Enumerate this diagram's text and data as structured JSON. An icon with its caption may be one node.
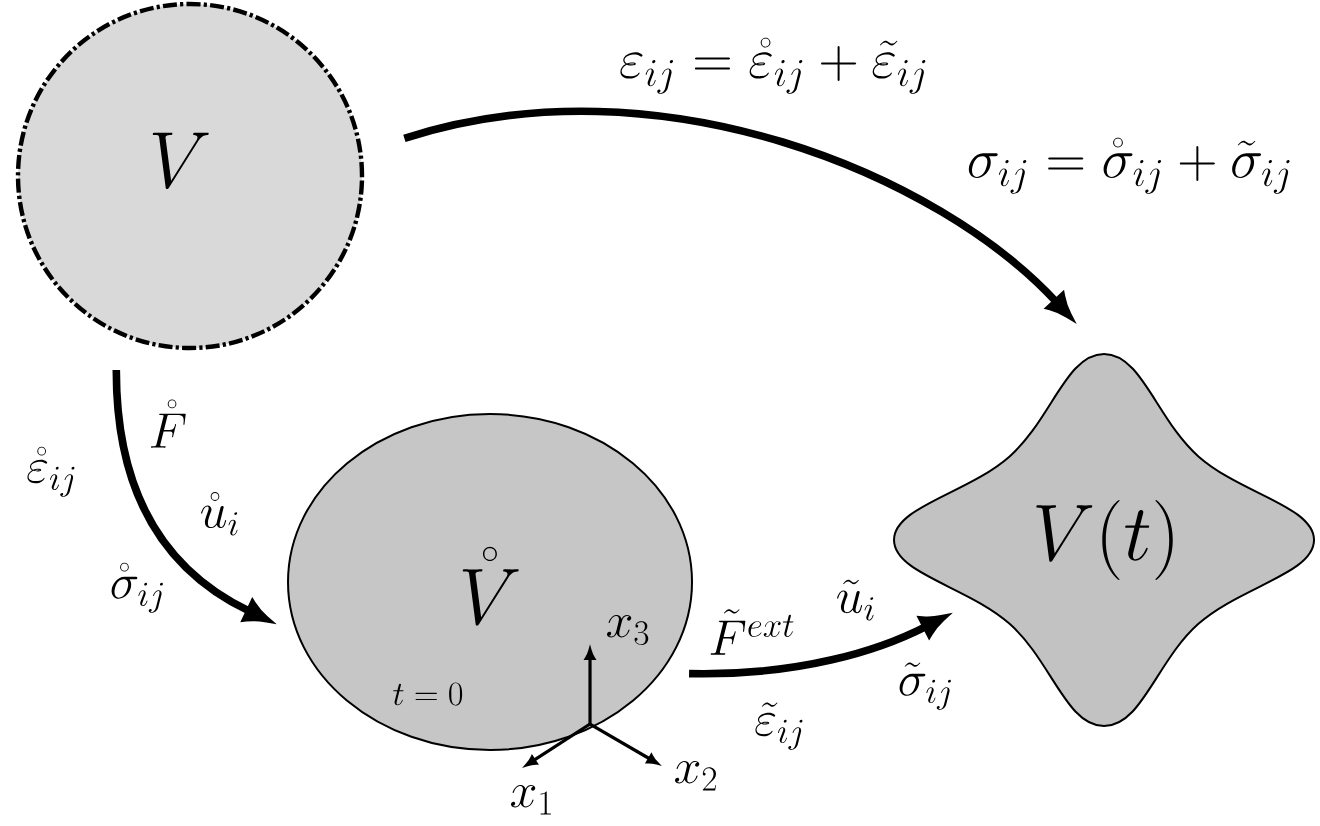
{
  "diagram": {
    "nodes": [
      {
        "text": [
          "V"
        ]
      },
      {
        "text": [
          "\\mathring{V}",
          "t = 0"
        ]
      },
      {
        "text": [
          "V(t)"
        ]
      }
    ],
    "edges": [
      {
        "from": 0,
        "to": 2,
        "arrow": "to"
      },
      {
        "from": 0,
        "to": 1,
        "arrow": "to"
      },
      {
        "from": 1,
        "to": 2,
        "arrow": "to"
      }
    ],
    "labels": [
      "\\varepsilon_{ij} = \\mathring{\\varepsilon}_{ij} + \\tilde{\\varepsilon}_{ij}",
      "\\sigma_{ij} = \\mathring{\\sigma}_{ij} + \\tilde{\\sigma}_{ij}",
      "\\mathring{F}",
      "\\mathring{\\varepsilon}_{ij}",
      "\\mathring{u}_i",
      "\\mathring{\\sigma}_{ij}",
      "\\tilde{u}_i",
      "x_3",
      "\\tilde{F}^{ext}",
      "\\tilde{\\sigma}_{ij}",
      "\\tilde{\\varepsilon}_{ij}",
      "x_2",
      "x_1"
    ]
  }
}
